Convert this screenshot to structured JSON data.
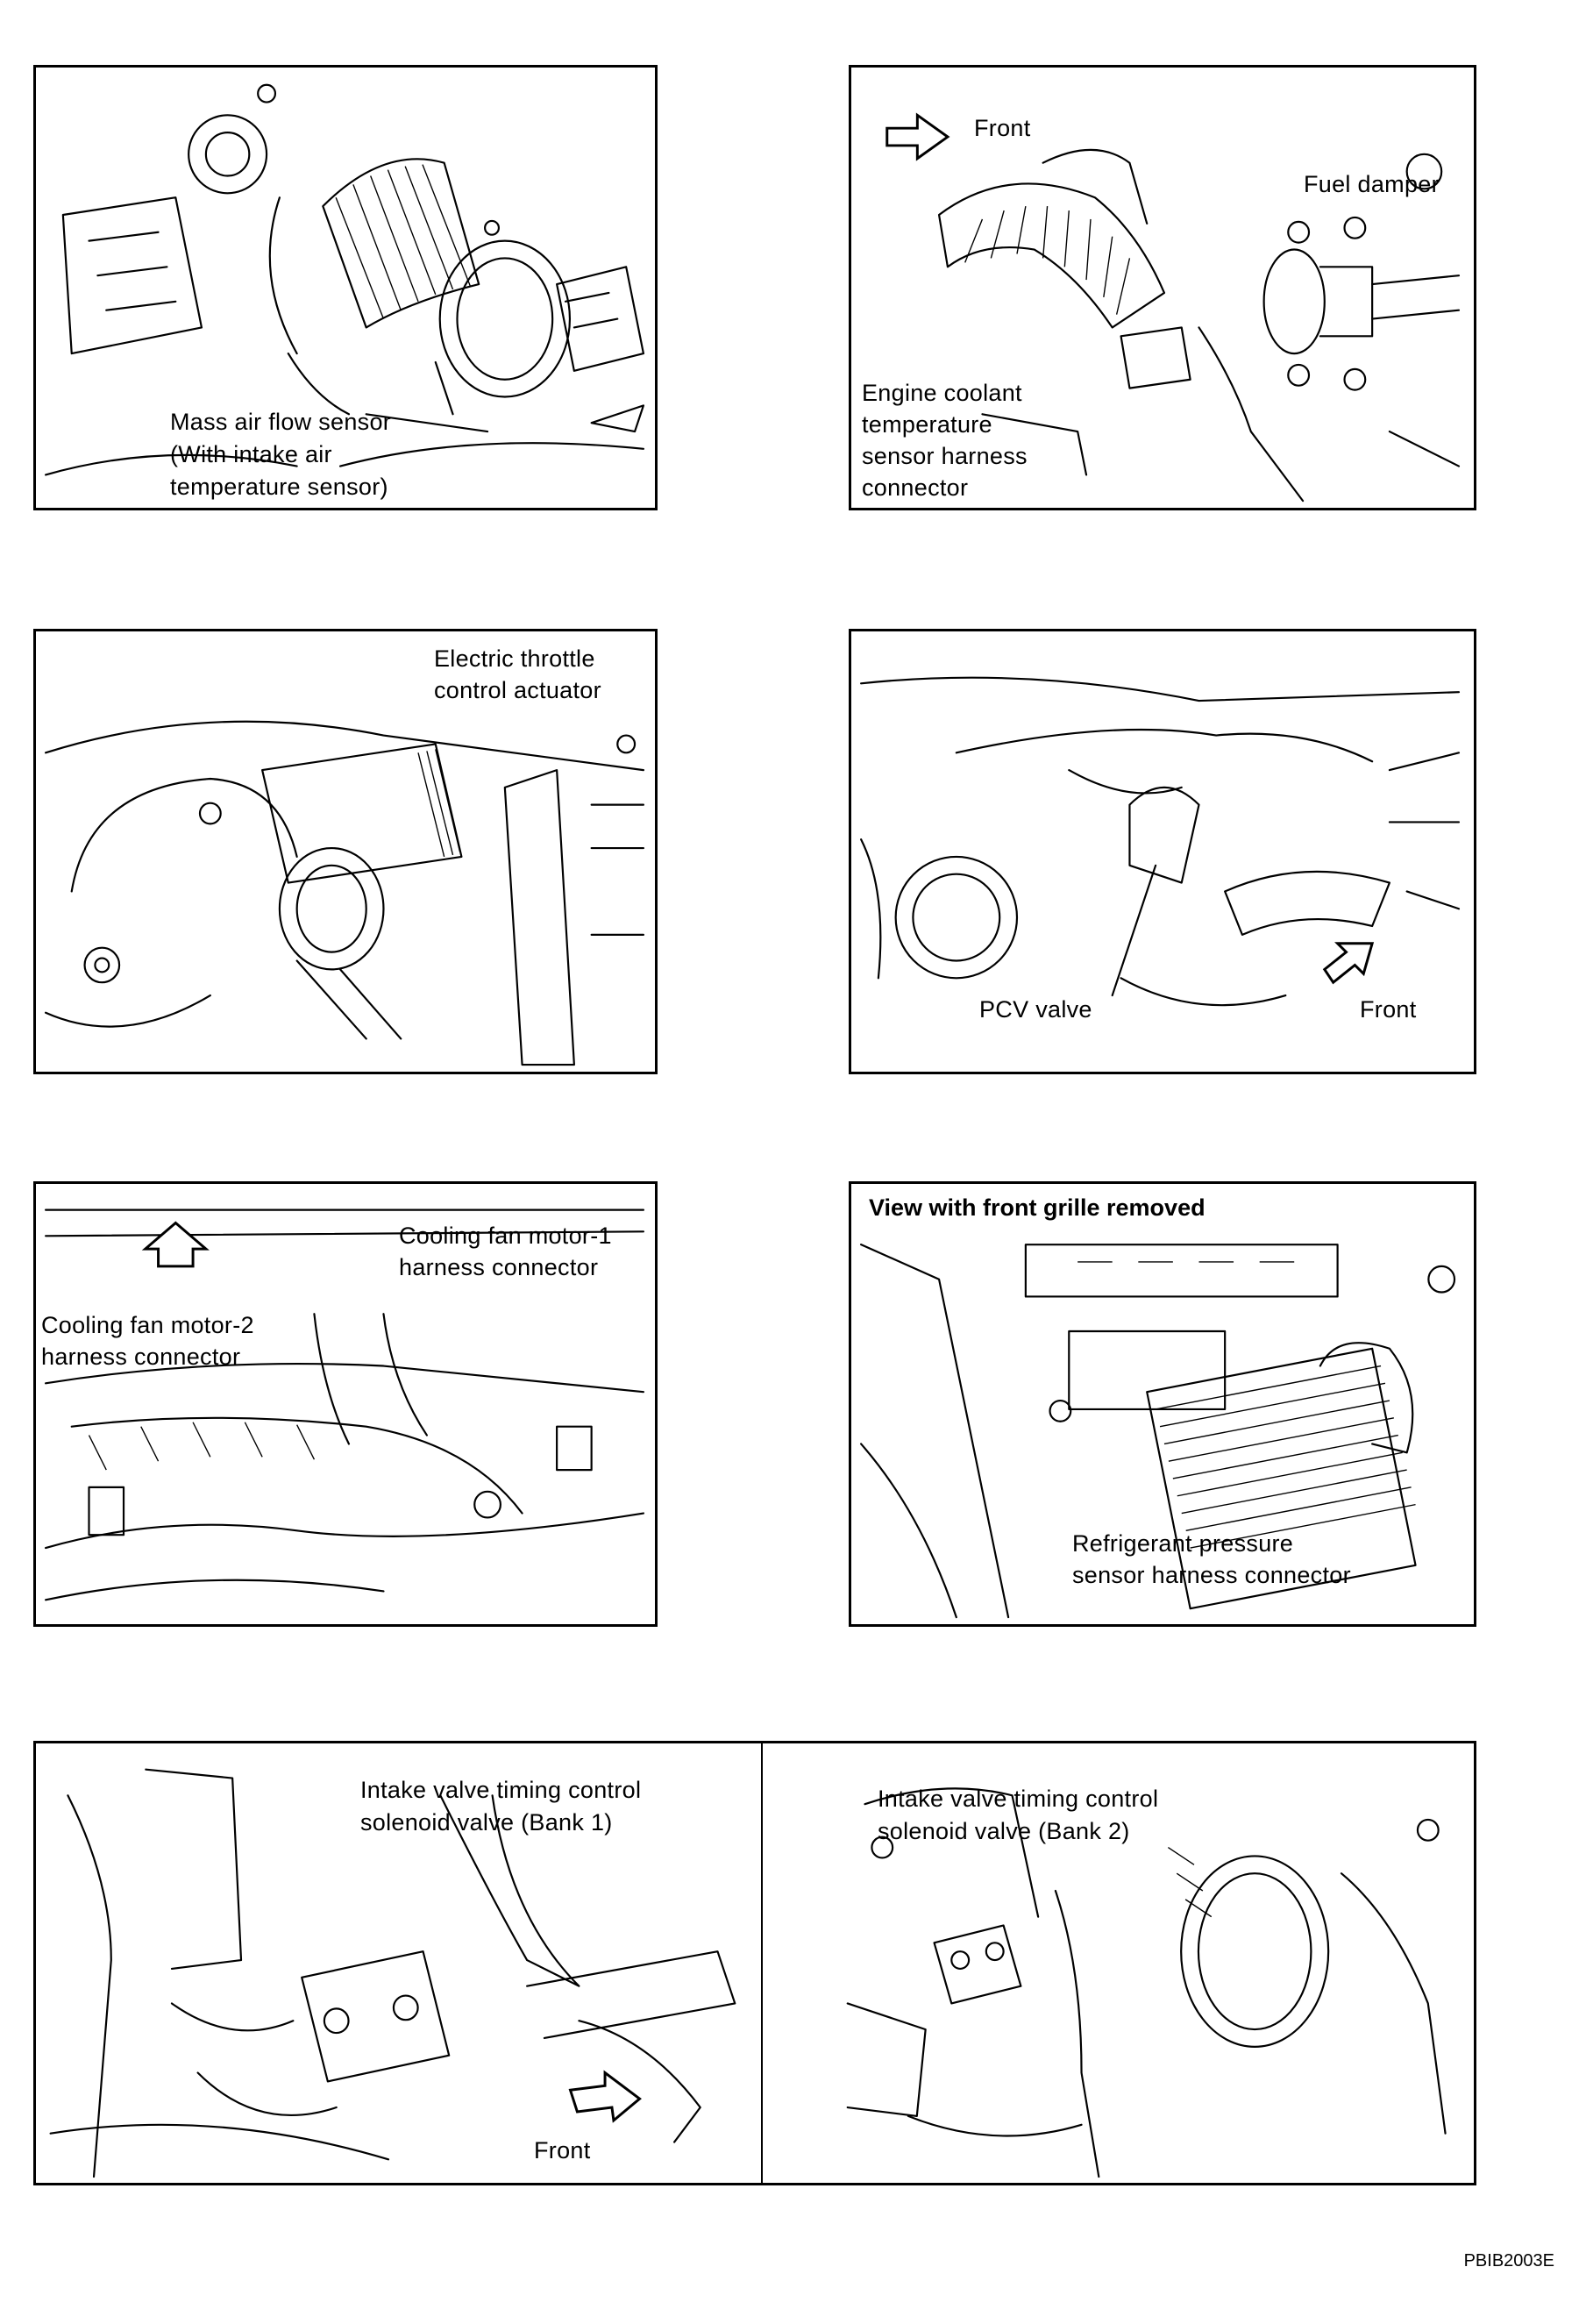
{
  "panels": {
    "maf": {
      "label_lines": [
        "Mass air flow sensor",
        "(With intake air",
        "temperature sensor)"
      ]
    },
    "coolant": {
      "front": "Front",
      "fuel_damper": "Fuel damper",
      "label_lines": [
        "Engine coolant",
        "temperature",
        "sensor harness",
        "connector"
      ]
    },
    "throttle": {
      "label_lines": [
        "Electric throttle",
        "control actuator"
      ]
    },
    "pcv": {
      "pcv_label": "PCV valve",
      "front": "Front"
    },
    "fan": {
      "motor1_lines": [
        "Cooling fan motor-1",
        "harness connector"
      ],
      "motor2_lines": [
        "Cooling fan motor-2",
        "harness connector"
      ]
    },
    "refrigerant": {
      "header": "View with front grille removed",
      "label_lines": [
        "Refrigerant pressure",
        "sensor harness connector"
      ]
    },
    "ivt": {
      "bank1_lines": [
        "Intake valve timing control",
        "solenoid valve (Bank 1)"
      ],
      "bank2_lines": [
        "Intake valve timing control",
        "solenoid valve (Bank 2)"
      ],
      "front": "Front"
    }
  },
  "figure_code": "PBIB2003E"
}
